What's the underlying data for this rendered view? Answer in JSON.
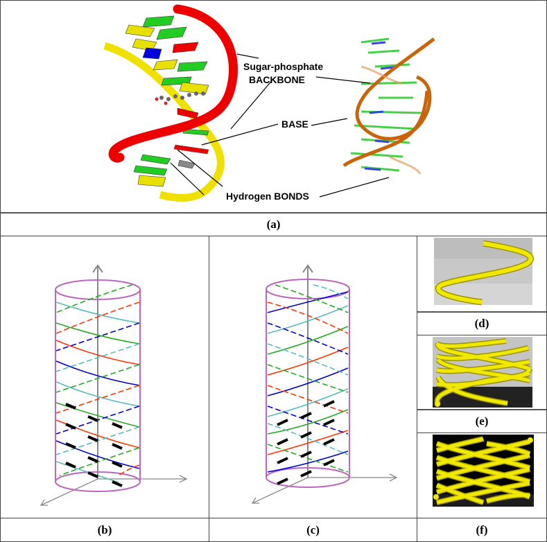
{
  "figure": {
    "panel_a": {
      "caption": "(a)",
      "labels": {
        "sugar_phosphate": "Sugar-phosphate",
        "backbone": "BACKBONE",
        "base": "BASE",
        "hydrogen_bonds": "Hydrogen BONDS"
      },
      "colors": {
        "strand1": "#ff0000",
        "strand2": "#ffff00",
        "base_green": "#22cc22",
        "base_blue": "#0000dd",
        "ribbon": "#c8640a"
      }
    },
    "panel_b": {
      "caption": "(b)",
      "arrow_direction": "up-left"
    },
    "panel_c": {
      "caption": "(c)",
      "arrow_direction": "up-right"
    },
    "panel_d": {
      "caption": "(d)"
    },
    "panel_e": {
      "caption": "(e)"
    },
    "panel_f": {
      "caption": "(f)"
    },
    "helix_colors": {
      "cyan": "#55bbbb",
      "green": "#22aa22",
      "red": "#ff3300",
      "blue": "#0000cc",
      "cylinder": "#bb66bb",
      "axis": "#888888",
      "tube": "#e8e000"
    }
  }
}
